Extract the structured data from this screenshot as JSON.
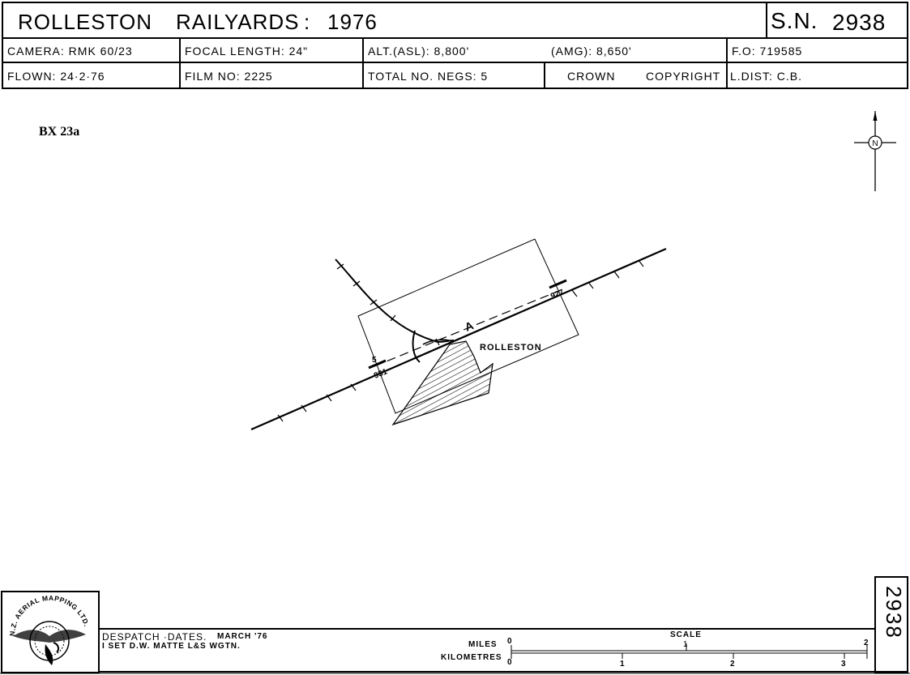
{
  "header": {
    "title_place": "ROLLESTON",
    "title_name": "RAILYARDS",
    "title_sep": ":",
    "title_year": "1976",
    "sn": "S.N.",
    "sn_number": "2938",
    "camera": "CAMERA:  RMK  60/23",
    "focal": "FOCAL  LENGTH:  24\"",
    "alt": "ALT.(ASL):  8,800'",
    "amg": "(AMG):    8,650'",
    "fo": "F.O:   719585",
    "flown": "FLOWN:   24·2·76",
    "film": "FILM  NO:   2225",
    "negs": "TOTAL  NO.  NEGS:  5",
    "crown": "CROWN",
    "copyright": "COPYRIGHT",
    "ldist": "L.DIST:    C.B."
  },
  "sheet_ref": "BX 23a",
  "compass": {
    "north": "N"
  },
  "map": {
    "place_label": "ROLLESTON",
    "run_label": "A",
    "neg_count": "5",
    "start_neg": "931",
    "end_neg": "927"
  },
  "footer": {
    "logo_text": "N.Z. AERIAL MAPPING LTD.",
    "despatch_label": "DESPATCH ·DATES.",
    "despatch_date": "MARCH '76",
    "despatch_detail": "I  SET  D.W.  MATTE   L&S   WGTN.",
    "scale_title": "SCALE",
    "miles_label": "MILES",
    "km_label": "KILOMETRES",
    "miles_ticks": [
      "0",
      "1",
      "2"
    ],
    "km_ticks": [
      "0",
      "1",
      "2",
      "3"
    ],
    "side_number": "2938"
  }
}
